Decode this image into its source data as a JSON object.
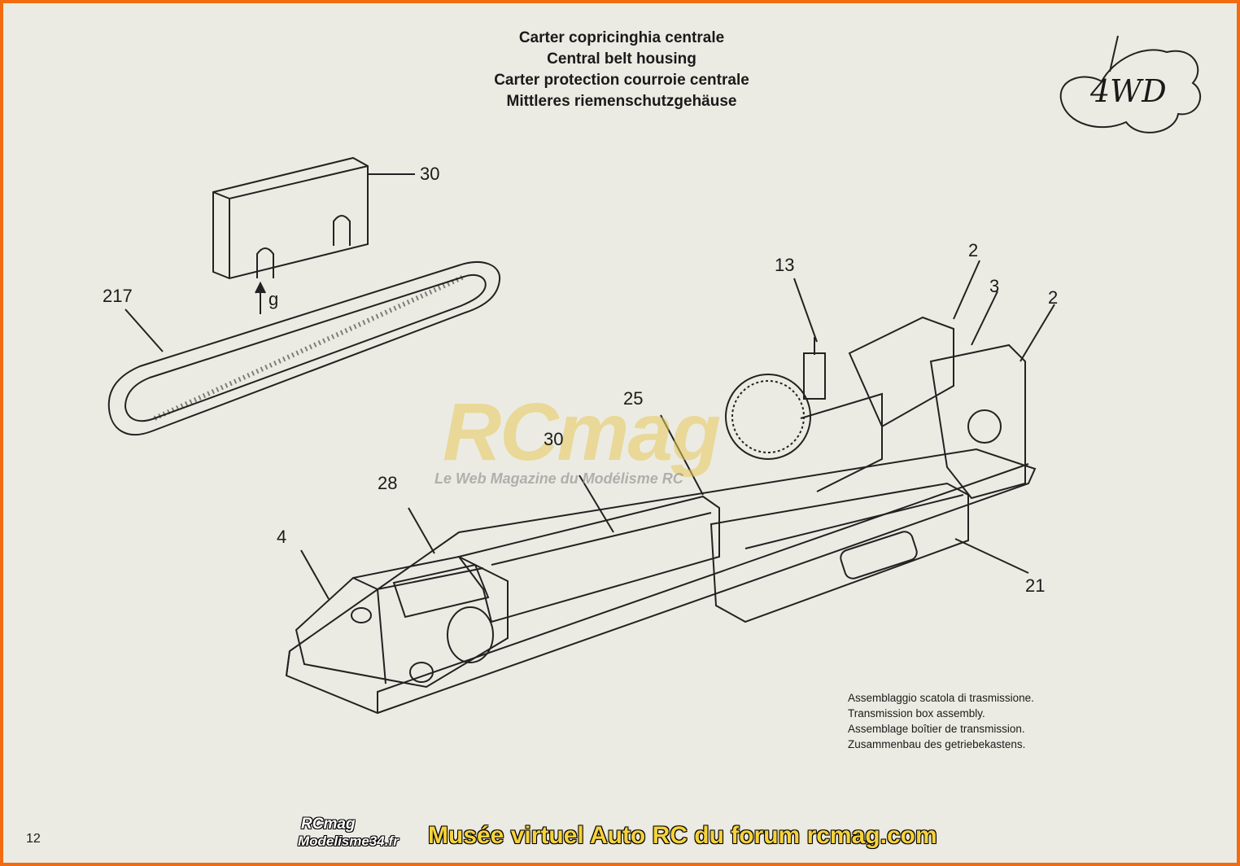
{
  "title": {
    "it": "Carter copricinghia centrale",
    "en": "Central belt housing",
    "fr": "Carter protection courroie centrale",
    "de": "Mittleres riemenschutzgehäuse"
  },
  "badge": "4WD",
  "callouts": {
    "c30_top": "30",
    "c217": "217",
    "cg": "g",
    "c13": "13",
    "c2_a": "2",
    "c3": "3",
    "c2_b": "2",
    "c25": "25",
    "c30_mid": "30",
    "c28": "28",
    "c4": "4",
    "c21": "21"
  },
  "caption": {
    "it": "Assemblaggio scatola di trasmissione.",
    "en": "Transmission box assembly.",
    "fr": "Assemblage boîtier de transmission.",
    "de": "Zusammenbau des getriebekastens."
  },
  "page_number": "12",
  "watermark": {
    "main": "RCmag",
    "sub": "Le Web Magazine du Modélisme RC"
  },
  "footer": {
    "logo_line1": "RCmag",
    "logo_line2": "Modelisme34.fr",
    "banner": "Musée virtuel Auto RC du forum rcmag.com"
  }
}
